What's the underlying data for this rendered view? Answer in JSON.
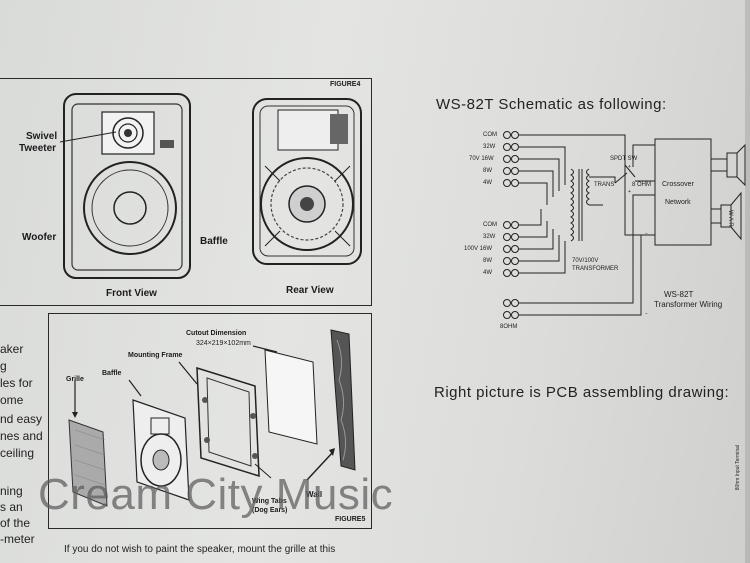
{
  "figure4": {
    "title": "FIGURE4",
    "swivel_tweeter": [
      "Swivel",
      "Tweeter"
    ],
    "woofer": "Woofer",
    "baffle": "Baffle",
    "front_view": "Front View",
    "rear_view": "Rear View"
  },
  "figure5": {
    "title": "FIGURE5",
    "cutout_dimension": "Cutout Dimension",
    "cutout_size": "324×219×102mm",
    "mounting_frame": "Mounting Frame",
    "grille": "Grille",
    "baffle": "Baffle",
    "wing_tabs": [
      "Wing Tabs",
      "(Dog Ears)"
    ],
    "wall": "Wall"
  },
  "left_text_fragments": [
    "aker",
    "g",
    "les for",
    "ome",
    "nd easy",
    "nes and",
    "ceiling",
    "ning",
    "s an",
    "of the",
    "-meter"
  ],
  "bottom_text": "If you do not wish to paint the speaker, mount the grille at this",
  "schematic": {
    "heading": "WS-82T Schematic as following:",
    "taps_top": [
      "COM",
      "32W",
      "70V 16W",
      "8W",
      "4W"
    ],
    "taps_bottom": [
      "COM",
      "32W",
      "100V 16W",
      "8W",
      "4W"
    ],
    "ohm_label": "8OHM",
    "spdt": "SPDT SW",
    "trans": "TRANS",
    "ohm8": "8 OHM",
    "crossover": [
      "Crossover",
      "Network"
    ],
    "transformer": [
      "70V/100V",
      "TRANSFORMER"
    ],
    "caption": [
      "WS-82T",
      "Transformer Wiring"
    ],
    "war": "W A R"
  },
  "pcb_heading": "Right picture is PCB assembling drawing:",
  "side_label": "80hm Input Terminal",
  "watermark": "Cream City Music"
}
